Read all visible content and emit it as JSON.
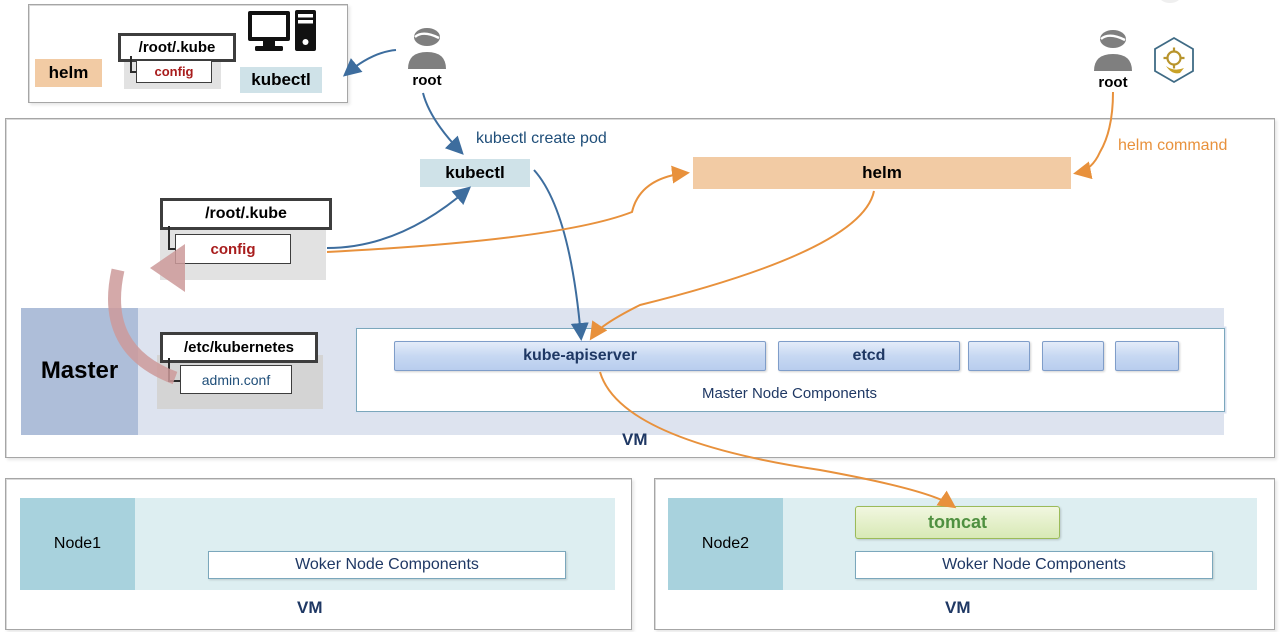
{
  "client_panel": {
    "helm_label": "helm",
    "kube_path": "/root/.kube",
    "config_file": "config",
    "kubectl_label": "kubectl",
    "pc_icon": "desktop-computer-icon"
  },
  "users": {
    "left": {
      "label": "root",
      "icon": "user-icon"
    },
    "right": {
      "label": "root",
      "icon": "user-icon",
      "logo": "helm-hexagon-logo"
    }
  },
  "master_vm": {
    "vm_label": "VM",
    "kubectl_box": "kubectl",
    "helm_box": "helm",
    "kube_path": "/root/.kube",
    "config_file": "config",
    "master_label": "Master",
    "etc_path": "/etc/kubernetes",
    "admin_conf": "admin.conf",
    "components_label": "Master Node Components",
    "components": [
      {
        "name": "kube-apiserver"
      },
      {
        "name": "etcd"
      },
      {
        "name": ""
      },
      {
        "name": ""
      },
      {
        "name": ""
      }
    ]
  },
  "node1": {
    "vm_label": "VM",
    "node_label": "Node1",
    "worker_components": "Woker Node Components"
  },
  "node2": {
    "vm_label": "VM",
    "node_label": "Node2",
    "worker_components": "Woker Node Components",
    "app": "tomcat"
  },
  "arrow_labels": {
    "kubectl_create_pod": "kubectl create pod",
    "helm_command": "helm command"
  },
  "colors": {
    "helm_orange": "#f2cba4",
    "kubectl_blue": "#cfe2e8",
    "master_blue": "#aebed9",
    "master_strip": "#dde3ef",
    "node_block": "#a8d2dd",
    "node_strip": "#ddeef1",
    "tomcat_green": "#4f9040",
    "arrow_blue": "#3d6d9e",
    "arrow_orange": "#e8913c",
    "arrow_pink": "#cd9a9a",
    "config_red": "#a81c1c",
    "label_navy": "#1f3864"
  }
}
